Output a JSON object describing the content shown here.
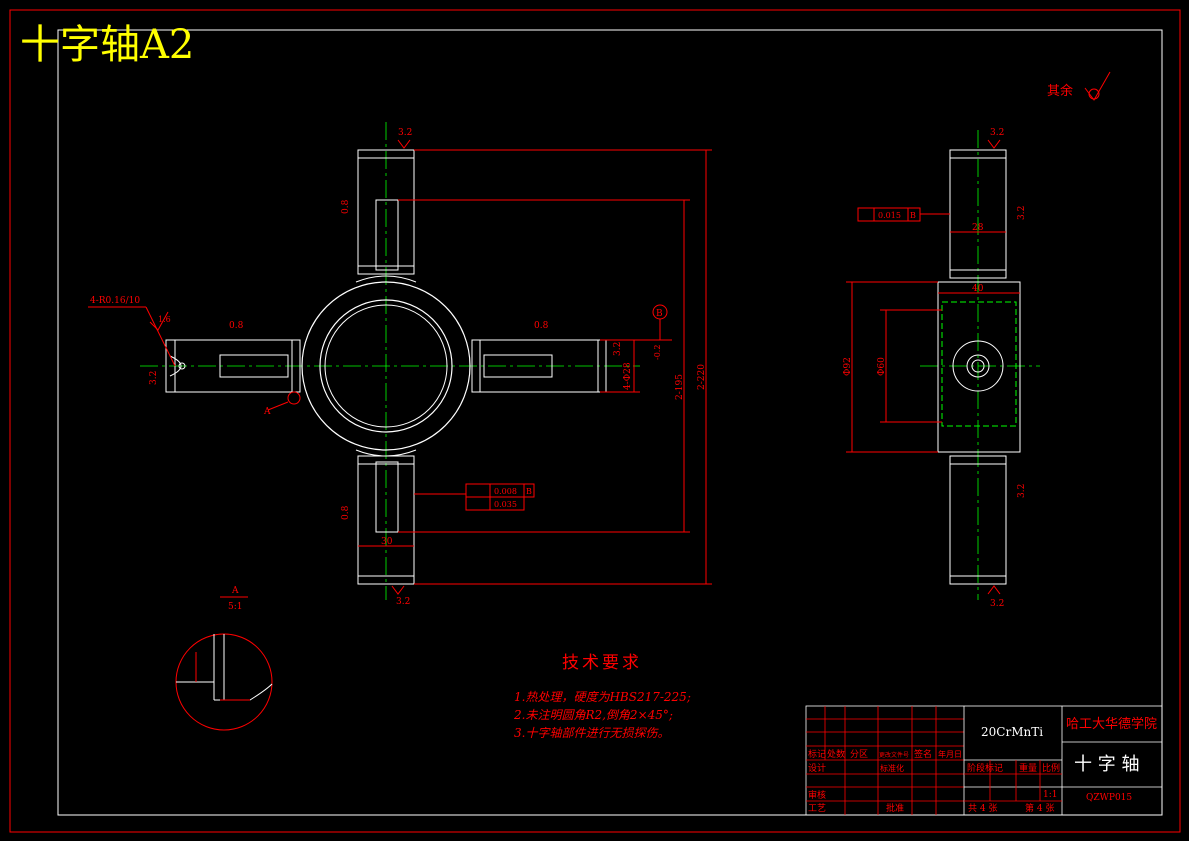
{
  "sheet": {
    "title": "十字轴A2",
    "surface_note": "其余",
    "tech_req": {
      "heading": "技术要求",
      "lines": [
        "1.热处理，硬度为HBS217-225;",
        "2.未注明圆角R2,倒角2×45°;",
        "3.十字轴部件进行无损探伤。"
      ]
    },
    "detail": {
      "label": "A",
      "scale": "5:1"
    }
  },
  "front_view": {
    "roughness": [
      "3.2",
      "3.2",
      "0.8",
      "0.8",
      "0.8",
      "0.8",
      "3.2",
      "3.2"
    ],
    "thread_callout": "4-R0.16/10",
    "roughness_small": "1.6",
    "datum_a": "A",
    "datum_b": "B",
    "dim_phi": "4-Φ28",
    "dim_phi_tol": "-0.2",
    "dim_2_195": "2-195",
    "dim_2_220": "2-220",
    "dim_30": "30",
    "tol1_value": "0.008",
    "tol1_datum": "B",
    "tol2_value": "0.035"
  },
  "side_view": {
    "roughness": [
      "3.2",
      "3.2",
      "3.2",
      "3.2"
    ],
    "sym_tol_value": "0.015",
    "sym_tol_datum": "B",
    "dim_28": "28",
    "dim_40": "40",
    "dim_phi60": "Φ60",
    "dim_phi92": "Φ92"
  },
  "title_block": {
    "material": "20CrMnTi",
    "school": "哈工大华德学院",
    "part_name": "十 字 轴",
    "drawing_no": "QZWP015",
    "headers": {
      "mark": "标记",
      "count": "处数",
      "zone": "分区",
      "change_no": "更改文件号",
      "sign": "签名",
      "date": "年月日"
    },
    "rows": {
      "design": "设计",
      "standard": "标准化",
      "check": "审核",
      "process": "工艺",
      "approve": "批准"
    },
    "stage_label": "阶段标记",
    "weight_label": "重量",
    "scale_label": "比例",
    "scale_value": "1:1",
    "sheets_total": "共 4 张",
    "sheet_no": "第 4 张"
  }
}
